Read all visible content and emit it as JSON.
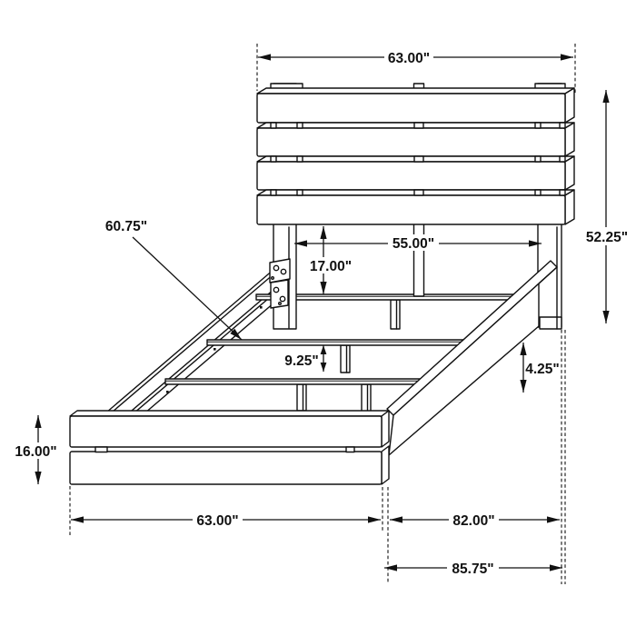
{
  "diagram": {
    "type": "furniture-dimension-drawing",
    "subject": "bed-frame-with-slatted-headboard-and-footboard"
  },
  "dimensions": {
    "headboard_width": "63.00\"",
    "headboard_height": "52.25\"",
    "slat_rail_span": "55.00\"",
    "headboard_clearance": "17.00\"",
    "side_rail_length": "60.75\"",
    "slat_support_height": "9.25\"",
    "rail_thickness": "4.25\"",
    "footboard_height": "16.00\"",
    "footboard_width": "63.00\"",
    "inner_length": "82.00\"",
    "overall_length": "85.75\""
  },
  "colors": {
    "line": "#111111",
    "background": "#ffffff"
  }
}
